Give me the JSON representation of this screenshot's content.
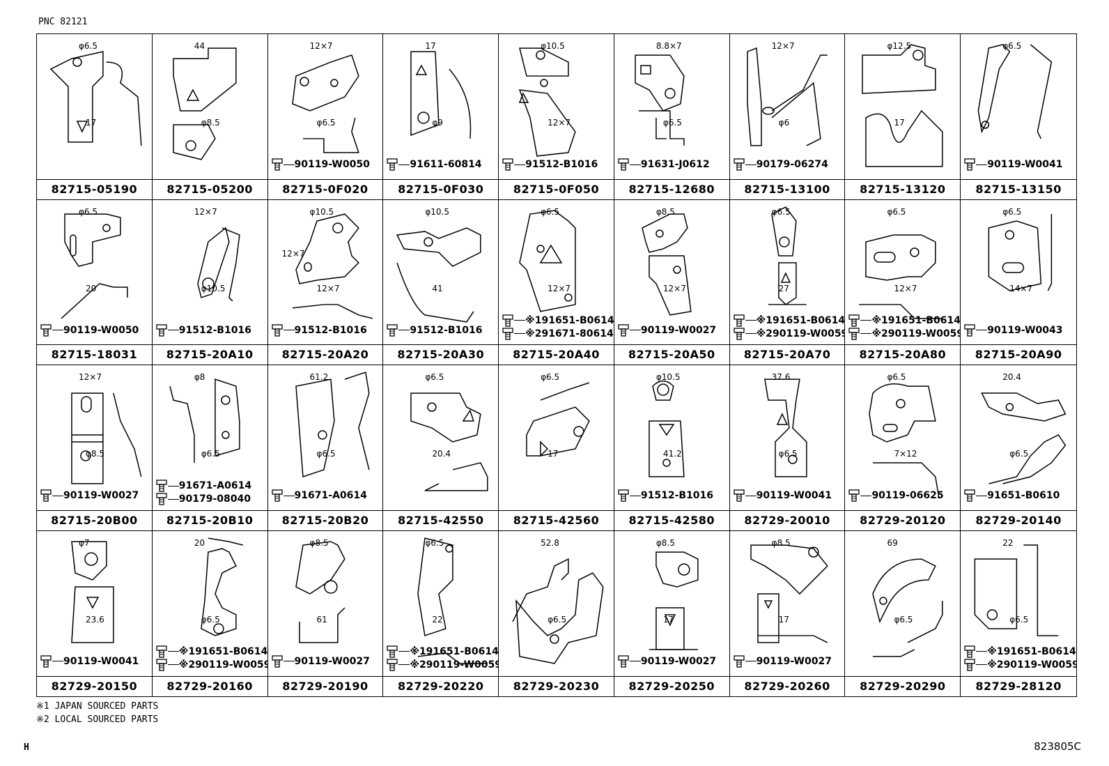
{
  "pnc": "PNC 82121",
  "parts": [
    {
      "code": "82715-05190",
      "dims": [
        "φ6.5",
        "17"
      ],
      "fasteners": []
    },
    {
      "code": "82715-05200",
      "dims": [
        "44",
        "φ8.5"
      ],
      "fasteners": []
    },
    {
      "code": "82715-0F020",
      "dims": [
        "12×7",
        "φ6.5"
      ],
      "fasteners": [
        "90119-W0050"
      ]
    },
    {
      "code": "82715-0F030",
      "dims": [
        "17",
        "φ9"
      ],
      "fasteners": [
        "91611-60814"
      ]
    },
    {
      "code": "82715-0F050",
      "dims": [
        "φ10.5",
        "12×7"
      ],
      "fasteners": [
        "91512-B1016"
      ]
    },
    {
      "code": "82715-12680",
      "dims": [
        "8.8×7",
        "φ6.5"
      ],
      "fasteners": [
        "91631-J0612"
      ]
    },
    {
      "code": "82715-13100",
      "dims": [
        "12×7",
        "φ6"
      ],
      "fasteners": [
        "90179-06274"
      ]
    },
    {
      "code": "82715-13120",
      "dims": [
        "φ12.5",
        "17"
      ],
      "fasteners": []
    },
    {
      "code": "82715-13150",
      "dims": [
        "φ6.5"
      ],
      "fasteners": [
        "90119-W0041"
      ]
    },
    {
      "code": "82715-18031",
      "dims": [
        "φ6.5",
        "20"
      ],
      "fasteners": [
        "90119-W0050"
      ]
    },
    {
      "code": "82715-20A10",
      "dims": [
        "12×7",
        "φ10.5"
      ],
      "fasteners": [
        "91512-B1016"
      ]
    },
    {
      "code": "82715-20A20",
      "dims": [
        "φ10.5",
        "12×7",
        "12×7"
      ],
      "fasteners": [
        "91512-B1016"
      ]
    },
    {
      "code": "82715-20A30",
      "dims": [
        "φ10.5",
        "41"
      ],
      "fasteners": [
        "91512-B1016"
      ]
    },
    {
      "code": "82715-20A40",
      "dims": [
        "φ6.5",
        "12×7"
      ],
      "fasteners": [
        "※191651-B0614",
        "※291671-80614"
      ]
    },
    {
      "code": "82715-20A50",
      "dims": [
        "φ8.5",
        "12×7"
      ],
      "fasteners": [
        "90119-W0027"
      ]
    },
    {
      "code": "82715-20A70",
      "dims": [
        "φ6.5",
        "27"
      ],
      "fasteners": [
        "※191651-B0614",
        "※290119-W0059"
      ]
    },
    {
      "code": "82715-20A80",
      "dims": [
        "φ6.5",
        "12×7"
      ],
      "fasteners": [
        "※191651-B0614",
        "※290119-W0059"
      ]
    },
    {
      "code": "82715-20A90",
      "dims": [
        "φ6.5",
        "14×7"
      ],
      "fasteners": [
        "90119-W0043"
      ]
    },
    {
      "code": "82715-20B00",
      "dims": [
        "12×7",
        "φ8.5"
      ],
      "fasteners": [
        "90119-W0027"
      ]
    },
    {
      "code": "82715-20B10",
      "dims": [
        "φ8",
        "φ6.5"
      ],
      "fasteners": [
        "91671-A0614",
        "90179-08040"
      ]
    },
    {
      "code": "82715-20B20",
      "dims": [
        "61.2",
        "φ6.5"
      ],
      "fasteners": [
        "91671-A0614"
      ]
    },
    {
      "code": "82715-42550",
      "dims": [
        "φ6.5",
        "20.4"
      ],
      "fasteners": []
    },
    {
      "code": "82715-42560",
      "dims": [
        "φ6.5",
        "17"
      ],
      "fasteners": []
    },
    {
      "code": "82715-42580",
      "dims": [
        "φ10.5",
        "41.2"
      ],
      "fasteners": [
        "91512-B1016"
      ]
    },
    {
      "code": "82729-20010",
      "dims": [
        "37.6",
        "φ6.5"
      ],
      "fasteners": [
        "90119-W0041"
      ]
    },
    {
      "code": "82729-20120",
      "dims": [
        "φ6.5",
        "7×12"
      ],
      "fasteners": [
        "90119-06625"
      ]
    },
    {
      "code": "82729-20140",
      "dims": [
        "20.4",
        "φ6.5"
      ],
      "fasteners": [
        "91651-B0610"
      ]
    },
    {
      "code": "82729-20150",
      "dims": [
        "φ7",
        "23.6"
      ],
      "fasteners": [
        "90119-W0041"
      ]
    },
    {
      "code": "82729-20160",
      "dims": [
        "20",
        "φ6.5"
      ],
      "fasteners": [
        "※191651-B0614",
        "※290119-W0059"
      ]
    },
    {
      "code": "82729-20190",
      "dims": [
        "φ8.5",
        "61"
      ],
      "fasteners": [
        "90119-W0027"
      ]
    },
    {
      "code": "82729-20220",
      "dims": [
        "φ6.5",
        "22"
      ],
      "fasteners": [
        "※191651-B0614",
        "※290119-W0059"
      ]
    },
    {
      "code": "82729-20230",
      "dims": [
        "52.8",
        "φ6.5"
      ],
      "fasteners": []
    },
    {
      "code": "82729-20250",
      "dims": [
        "φ8.5",
        "17"
      ],
      "fasteners": [
        "90119-W0027"
      ]
    },
    {
      "code": "82729-20260",
      "dims": [
        "φ8.5",
        "17"
      ],
      "fasteners": [
        "90119-W0027"
      ]
    },
    {
      "code": "82729-20290",
      "dims": [
        "69",
        "φ6.5"
      ],
      "fasteners": []
    },
    {
      "code": "82729-28120",
      "dims": [
        "22",
        "φ6.5"
      ],
      "fasteners": [
        "※191651-B0614",
        "※290119-W0059"
      ]
    }
  ],
  "notes": [
    "※1 JAPAN SOURCED PARTS",
    "※2 LOCAL SOURCED PARTS"
  ],
  "corner_left": "H",
  "corner_right": "823805C"
}
